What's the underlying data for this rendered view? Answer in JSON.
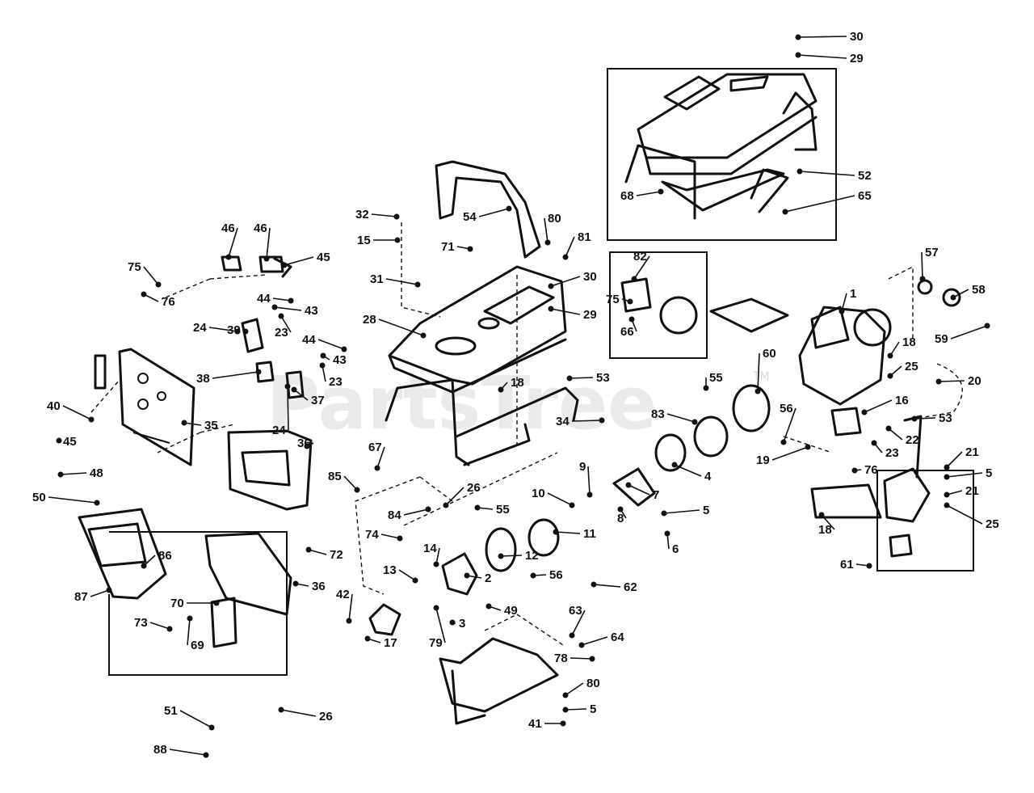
{
  "watermark": {
    "text": "PartsTree",
    "tm": "TM"
  },
  "callouts": [
    {
      "n": "30"
    },
    {
      "n": "29"
    },
    {
      "n": "52"
    },
    {
      "n": "65"
    },
    {
      "n": "68"
    },
    {
      "n": "32"
    },
    {
      "n": "54"
    },
    {
      "n": "80"
    },
    {
      "n": "81"
    },
    {
      "n": "15"
    },
    {
      "n": "71"
    },
    {
      "n": "82"
    },
    {
      "n": "30"
    },
    {
      "n": "75"
    },
    {
      "n": "29"
    },
    {
      "n": "66"
    },
    {
      "n": "57"
    },
    {
      "n": "58"
    },
    {
      "n": "59"
    },
    {
      "n": "1"
    },
    {
      "n": "46"
    },
    {
      "n": "46"
    },
    {
      "n": "45"
    },
    {
      "n": "75"
    },
    {
      "n": "76"
    },
    {
      "n": "31"
    },
    {
      "n": "44"
    },
    {
      "n": "43"
    },
    {
      "n": "39"
    },
    {
      "n": "24"
    },
    {
      "n": "23"
    },
    {
      "n": "28"
    },
    {
      "n": "44"
    },
    {
      "n": "43"
    },
    {
      "n": "38"
    },
    {
      "n": "23"
    },
    {
      "n": "37"
    },
    {
      "n": "24"
    },
    {
      "n": "18"
    },
    {
      "n": "53"
    },
    {
      "n": "55"
    },
    {
      "n": "60"
    },
    {
      "n": "18"
    },
    {
      "n": "25"
    },
    {
      "n": "20"
    },
    {
      "n": "40"
    },
    {
      "n": "45"
    },
    {
      "n": "35"
    },
    {
      "n": "36"
    },
    {
      "n": "34"
    },
    {
      "n": "83"
    },
    {
      "n": "56"
    },
    {
      "n": "16"
    },
    {
      "n": "53"
    },
    {
      "n": "19"
    },
    {
      "n": "23"
    },
    {
      "n": "22"
    },
    {
      "n": "76"
    },
    {
      "n": "21"
    },
    {
      "n": "5"
    },
    {
      "n": "21"
    },
    {
      "n": "25"
    },
    {
      "n": "48"
    },
    {
      "n": "50"
    },
    {
      "n": "67"
    },
    {
      "n": "85"
    },
    {
      "n": "26"
    },
    {
      "n": "9"
    },
    {
      "n": "4"
    },
    {
      "n": "10"
    },
    {
      "n": "7"
    },
    {
      "n": "8"
    },
    {
      "n": "5"
    },
    {
      "n": "84"
    },
    {
      "n": "55"
    },
    {
      "n": "74"
    },
    {
      "n": "11"
    },
    {
      "n": "6"
    },
    {
      "n": "18"
    },
    {
      "n": "86"
    },
    {
      "n": "72"
    },
    {
      "n": "14"
    },
    {
      "n": "12"
    },
    {
      "n": "13"
    },
    {
      "n": "2"
    },
    {
      "n": "56"
    },
    {
      "n": "62"
    },
    {
      "n": "61"
    },
    {
      "n": "87"
    },
    {
      "n": "36"
    },
    {
      "n": "70"
    },
    {
      "n": "42"
    },
    {
      "n": "49"
    },
    {
      "n": "73"
    },
    {
      "n": "69"
    },
    {
      "n": "3"
    },
    {
      "n": "63"
    },
    {
      "n": "17"
    },
    {
      "n": "79"
    },
    {
      "n": "64"
    },
    {
      "n": "78"
    },
    {
      "n": "80"
    },
    {
      "n": "5"
    },
    {
      "n": "41"
    },
    {
      "n": "51"
    },
    {
      "n": "26"
    },
    {
      "n": "88"
    }
  ]
}
